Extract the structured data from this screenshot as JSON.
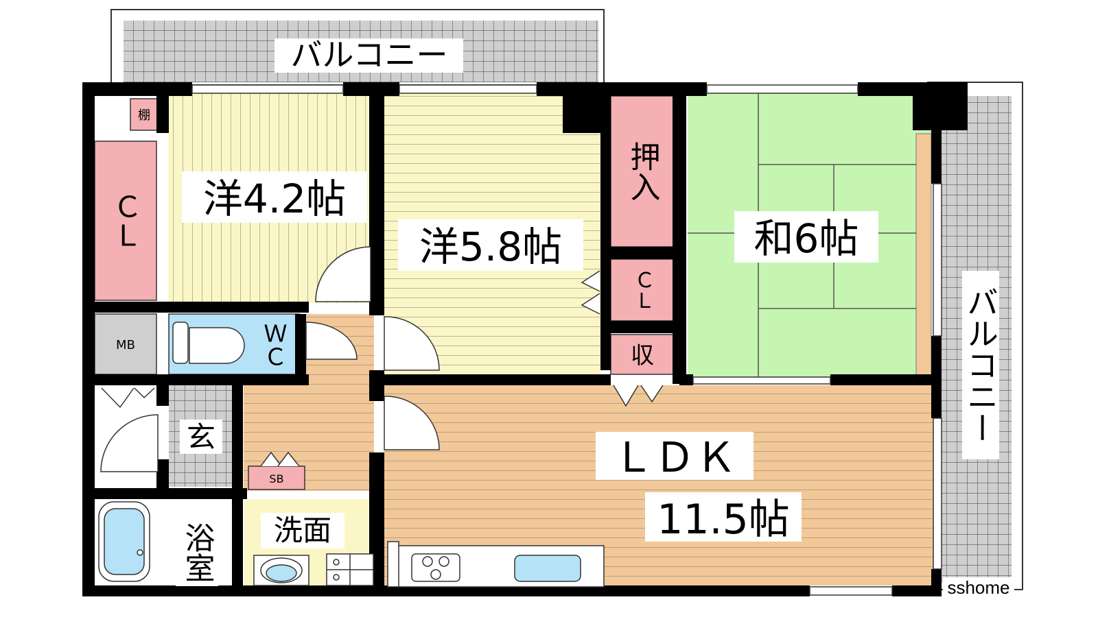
{
  "rooms": {
    "balcony_top": "バルコニー",
    "balcony_right": "バルコニー",
    "room_west": "洋4.2帖",
    "room_center": "洋5.8帖",
    "room_japanese": "和6帖",
    "ldk_name": "ＬＤＫ",
    "ldk_size": "11.5帖",
    "closet_left": "ＣＬ",
    "shelf": "棚",
    "oshiire": "押入",
    "closet_center": "ＣＬ",
    "storage": "収",
    "mb": "MB",
    "wc": "ＷＣ",
    "entrance": "玄",
    "sb": "SB",
    "bath": "浴室",
    "washroom": "洗面"
  },
  "watermark": "sshome",
  "colors": {
    "yellow_floor": "#fbf6c6",
    "wood_floor": "#f2c898",
    "tatami": "#c6f5b2",
    "closet_pink": "#f4b0b2",
    "bath_blue": "#b5e2f7",
    "mb_gray": "#cfcfcf",
    "wall": "#000000",
    "balcony_gray": "#cccccc"
  }
}
